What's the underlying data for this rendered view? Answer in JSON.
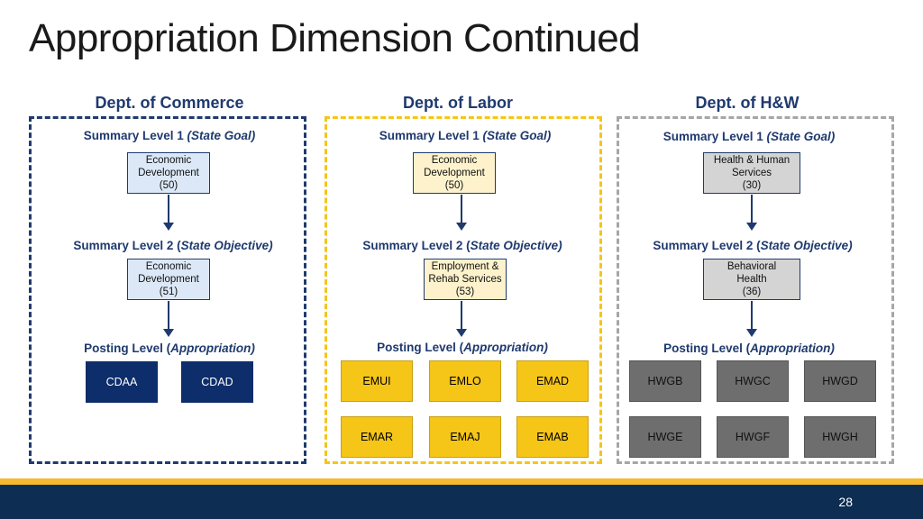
{
  "slide": {
    "title": "Appropriation Dimension Continued",
    "page_number": "28"
  },
  "depts": [
    {
      "name": "Dept. of Commerce",
      "accent": "#1f3a6e",
      "l1_prefix": "Summary Level 1 ",
      "l1_em": "(State Goal)",
      "l1_box": "Economic\nDevelopment\n(50)",
      "l2_prefix": "Summary Level 2 (",
      "l2_em": "State Objective)",
      "l2_box": "Economic\nDevelopment\n(51)",
      "post_prefix": "Posting Level (",
      "post_em": "Appropriation)",
      "postings": [
        "CDAA",
        "CDAD"
      ]
    },
    {
      "name": "Dept. of Labor",
      "accent": "#f5c518",
      "l1_prefix": "Summary Level 1 ",
      "l1_em": "(State Goal)",
      "l1_box": "Economic\nDevelopment\n(50)",
      "l2_prefix": "Summary Level 2 (",
      "l2_em": "State Objective)",
      "l2_box": "Employment &\nRehab Services\n(53)",
      "post_prefix": "Posting Level (",
      "post_em": "Appropriation)",
      "postings": [
        "EMUI",
        "EMLO",
        "EMAD",
        "EMAR",
        "EMAJ",
        "EMAB"
      ]
    },
    {
      "name": "Dept. of H&W",
      "accent": "#a6a6a6",
      "l1_prefix": "Summary Level 1 ",
      "l1_em": "(State Goal)",
      "l1_box": "Health & Human\nServices\n(30)",
      "l2_prefix": "Summary Level 2 (",
      "l2_em": "State Objective)",
      "l2_box": "Behavioral\nHealth\n(36)",
      "post_prefix": "Posting Level (",
      "post_em": "Appropriation)",
      "postings": [
        "HWGB",
        "HWGC",
        "HWGD",
        "HWGE",
        "HWGF",
        "HWGH"
      ]
    }
  ],
  "colors": {
    "navy": "#1f3a6e",
    "commerce_box": "#dce8f7",
    "labor_box": "#fdf2cc",
    "hw_box": "#d4d4d4",
    "commerce_post": "#0d2d6b",
    "labor_post": "#f5c518",
    "hw_post": "#6e6e6e",
    "footer_gold": "#f5b82e",
    "footer_navy": "#0d2d52"
  }
}
